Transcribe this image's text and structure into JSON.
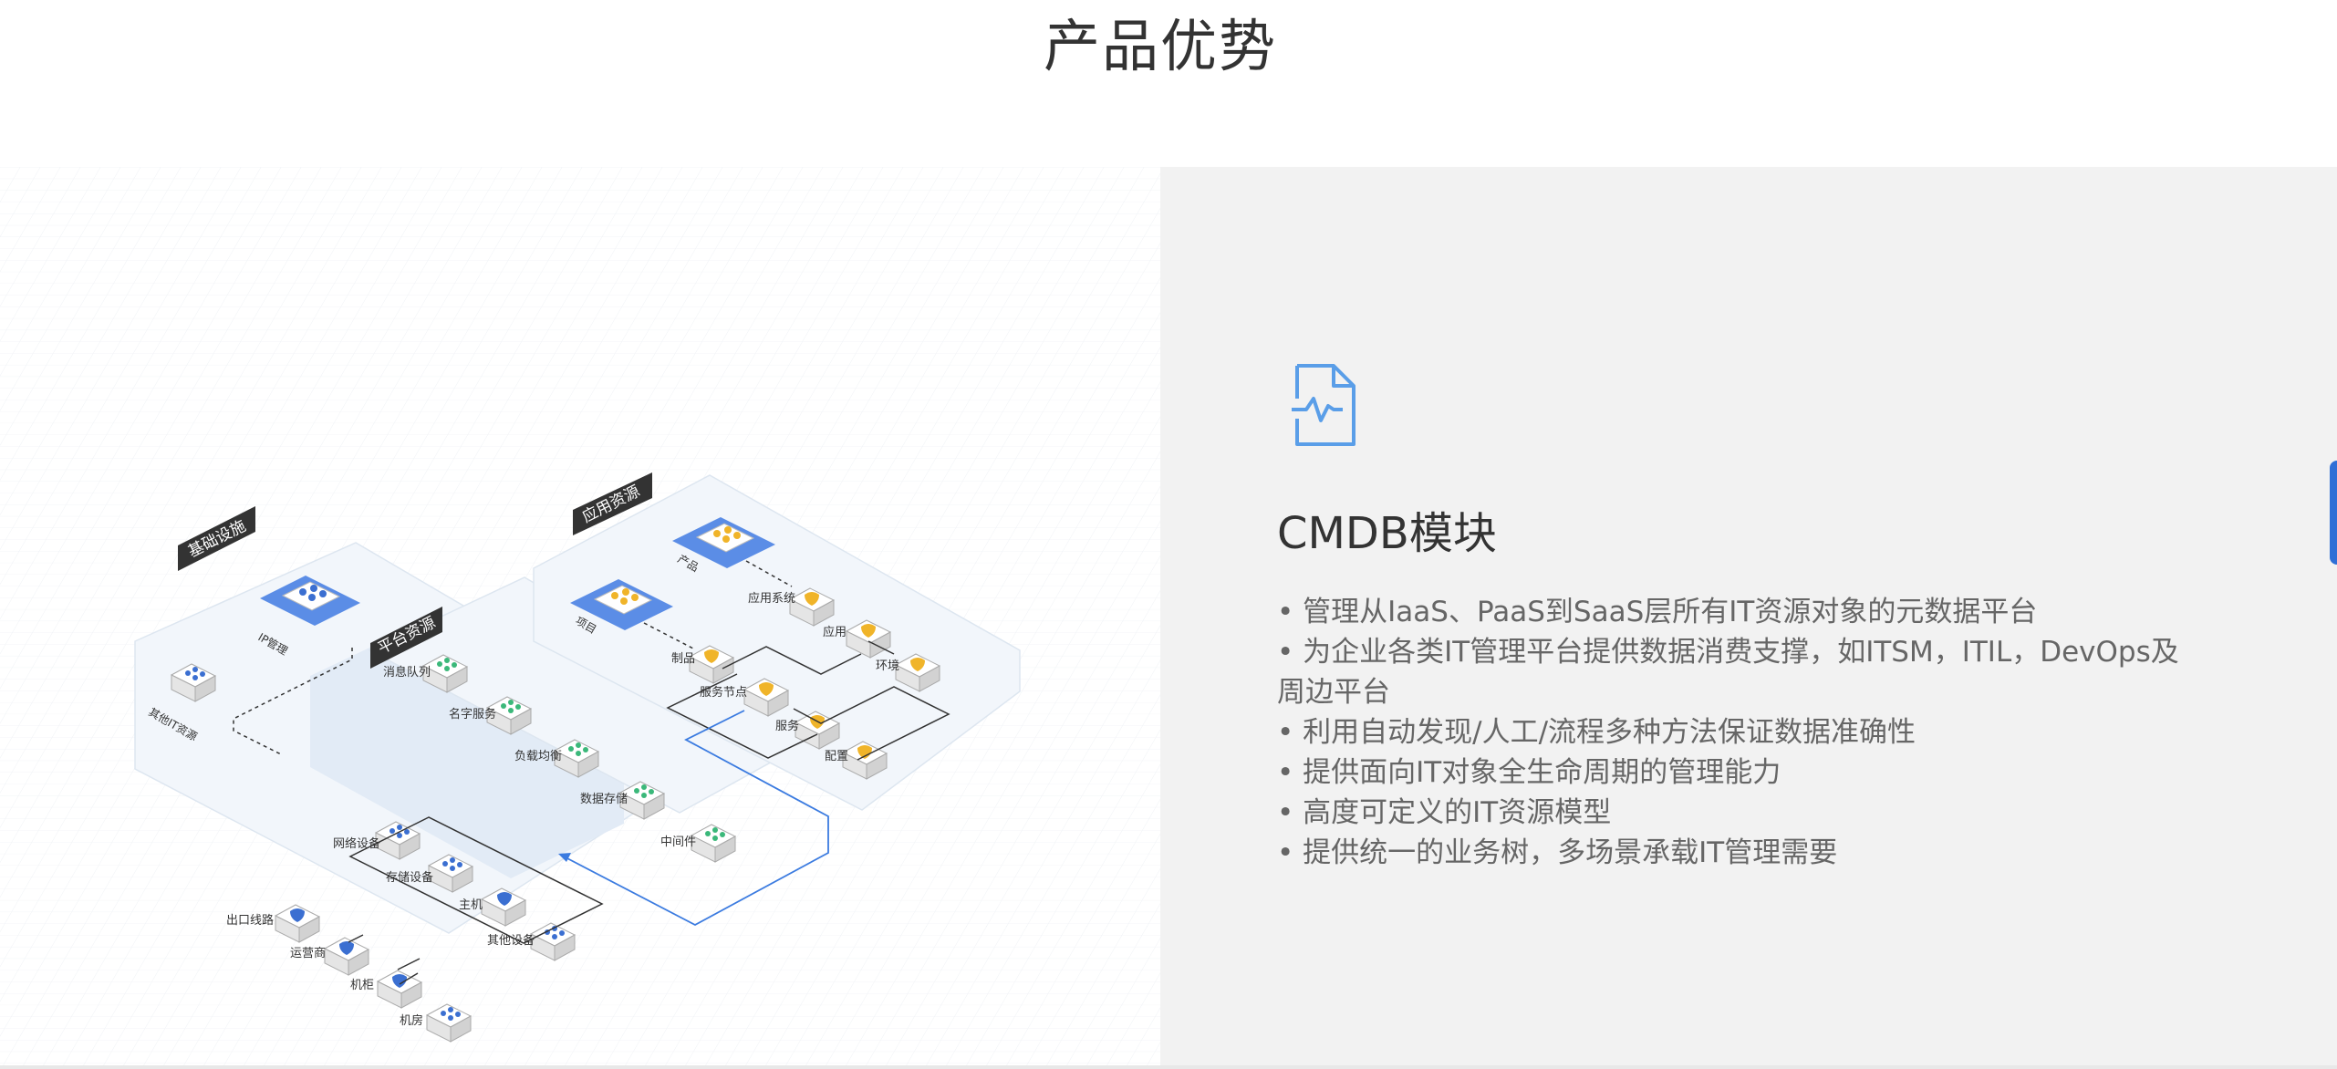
{
  "page_title": "产品优势",
  "diagram": {
    "zones": {
      "infrastructure": "基础设施",
      "platform": "平台资源",
      "application": "应用资源"
    },
    "infra": {
      "ip_management": "IP管理",
      "other_it": "其他IT资源",
      "network_device": "网络设备",
      "storage_device": "存储设备",
      "host": "主机",
      "other_device": "其他设备",
      "exit_line": "出口线路",
      "carrier": "运营商",
      "cabinet": "机柜",
      "machine_room": "机房"
    },
    "platform": {
      "message_queue": "消息队列",
      "name_service": "名字服务",
      "load_balance": "负载均衡",
      "data_storage": "数据存储",
      "middleware": "中间件"
    },
    "application": {
      "project": "项目",
      "product": "产品",
      "app_system": "应用系统",
      "app": "应用",
      "artifact": "制品",
      "environment": "环境",
      "service_node": "服务节点",
      "service": "服务",
      "config": "配置"
    }
  },
  "panel": {
    "icon": "document-pulse-icon",
    "title": "CMDB模块",
    "features": [
      "管理从IaaS、PaaS到SaaS层所有IT资源对象的元数据平台",
      "为企业各类IT管理平台提供数据消费支撑，如ITSM，ITIL，DevOps及周边平台",
      "利用自动发现/人工/流程多种方法保证数据准确性",
      "提供面向IT对象全生命周期的管理能力",
      "高度可定义的IT资源模型",
      "提供统一的业务树，多场景承载IT管理需要"
    ]
  },
  "colors": {
    "accent_blue": "#2f6fd6",
    "icon_blue": "#5a9ee8",
    "panel_bg": "#f2f2f2"
  }
}
